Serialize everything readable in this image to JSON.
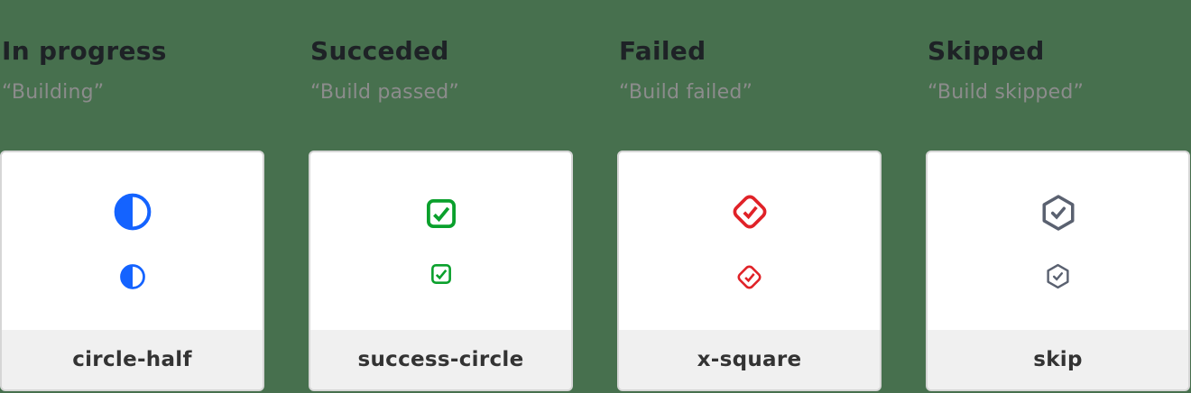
{
  "page": {
    "background_color": "#47704e"
  },
  "columns": [
    {
      "title": "In progress",
      "subtitle": "“Building”",
      "icon": "circle-half-icon",
      "label": "circle-half",
      "color": "#1463ff"
    },
    {
      "title": "Succeded",
      "subtitle": "“Build passed”",
      "icon": "check-square-icon",
      "label": "success-circle",
      "color": "#0aa02c"
    },
    {
      "title": "Failed",
      "subtitle": "“Build failed”",
      "icon": "check-diamond-icon",
      "label": "x-square",
      "color": "#e02228"
    },
    {
      "title": "Skipped",
      "subtitle": "“Build skipped”",
      "icon": "check-hexagon-icon",
      "label": "skip",
      "color": "#5a6170"
    }
  ]
}
